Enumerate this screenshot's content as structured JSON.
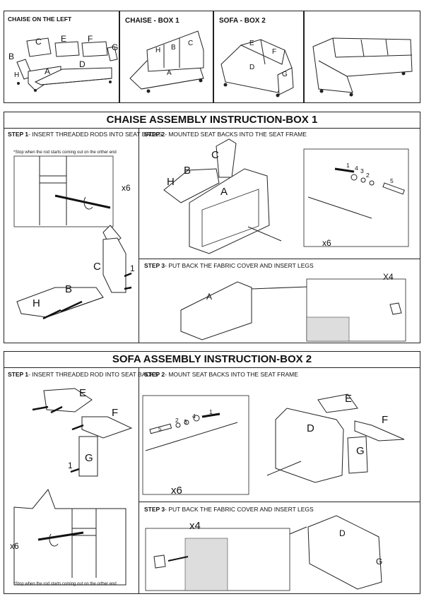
{
  "top_row": {
    "panels": [
      {
        "title": "CHAISE ON THE LEFT",
        "letters": [
          "C",
          "E",
          "F",
          "B",
          "G",
          "A",
          "D",
          "H"
        ]
      },
      {
        "title": "CHAISE - BOX 1",
        "letters": [
          "H",
          "B",
          "C",
          "A"
        ]
      },
      {
        "title": "SOFA - BOX 2",
        "letters": [
          "E",
          "F",
          "D",
          "G"
        ]
      },
      {
        "title": ""
      }
    ]
  },
  "chaise": {
    "header": "CHAISE ASSEMBLY INSTRUCTION-BOX 1",
    "step1": {
      "label": "STEP 1",
      "text": "- INSERT THREADED RODS INTO SEAT BACKS",
      "note": "*Stop when the rod starts coming out on the orther end",
      "count": "x6",
      "letters": {
        "c": "C",
        "b": "B",
        "h": "H"
      },
      "num": "1"
    },
    "step2": {
      "label": "STEP 2",
      "text": "- MOUNTED SEAT BACKS  INTO THE SEAT FRAME",
      "letters": {
        "c": "C",
        "b": "B",
        "h": "H",
        "a": "A"
      },
      "count": "x6",
      "parts": [
        "1",
        "2",
        "3",
        "4",
        "5"
      ]
    },
    "step3": {
      "label": "STEP 3",
      "text": "- PUT BACK THE FABRIC COVER AND INSERT LEGS",
      "letter_a": "A",
      "count": "X4"
    }
  },
  "sofa": {
    "header": "SOFA ASSEMBLY INSTRUCTION-BOX 2",
    "step1": {
      "label": "STEP 1",
      "text": "- INSERT THREADED ROD INTO SEAT BACKS",
      "note": "*Stop when the rod starts coming out on the orther end",
      "count": "x6",
      "letters": {
        "e": "E",
        "f": "F",
        "g": "G"
      },
      "num": "1"
    },
    "step2": {
      "label": "STEP 2",
      "text": "- MOUNT SEAT BACKS  INTO THE SEAT FRAME",
      "letters": {
        "e": "E",
        "f": "F",
        "d": "D",
        "g": "G"
      },
      "count": "x6",
      "parts": [
        "1",
        "2",
        "3",
        "4",
        "5"
      ]
    },
    "step3": {
      "label": "STEP 3",
      "text": "- PUT BACK THE FABRIC COVER AND INSERT LEGS",
      "count": "x4",
      "letters": {
        "d": "D",
        "g": "G"
      }
    }
  }
}
